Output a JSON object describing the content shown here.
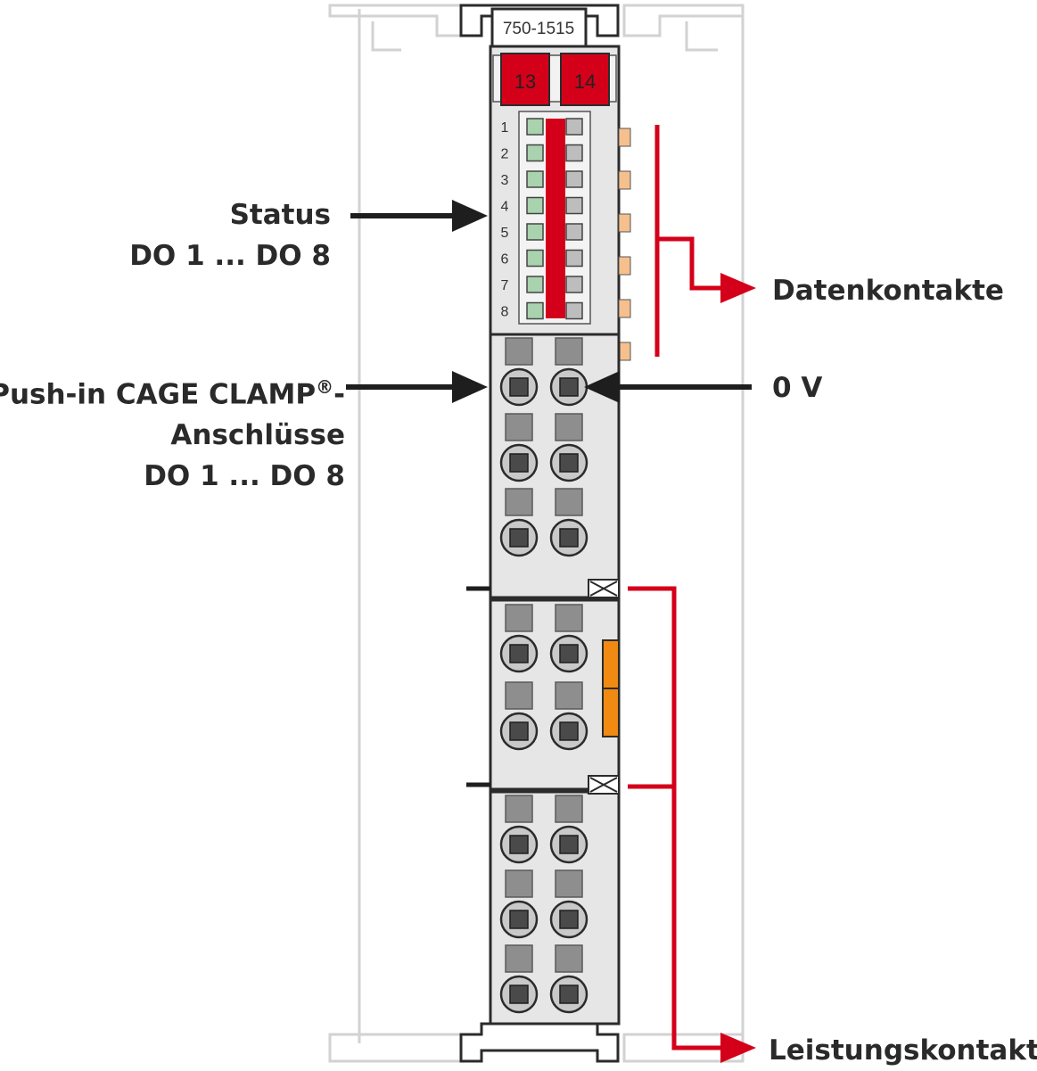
{
  "module": {
    "part_number": "750-1515",
    "marker_left": "13",
    "marker_right": "14",
    "led_numbers": [
      "1",
      "2",
      "3",
      "4",
      "5",
      "6",
      "7",
      "8"
    ]
  },
  "labels": {
    "status_line1": "Status",
    "status_line2": "DO 1 ... DO 8",
    "pushin_line1": "Push-in CAGE CLAMP",
    "pushin_reg": "®",
    "pushin_dash": "-",
    "pushin_line2": "Anschlüsse",
    "pushin_line3": "DO 1 ... DO 8",
    "datenkontakte": "Datenkontakte",
    "zero_v": "0 V",
    "leistungskontakte": "Leistungskontakte"
  },
  "colors": {
    "housing": "#e6e6e6",
    "outline": "#2b2b2b",
    "rail": "#cfcfcf",
    "accent_red": "#d4001a",
    "led_green": "#a9d2ae",
    "led_gray": "#bdbdbd",
    "contact_orange": "#f5c08e",
    "power_orange": "#f08a12",
    "terminal_gray": "#8e8e8e",
    "terminal_dark": "#4a4a4a"
  }
}
